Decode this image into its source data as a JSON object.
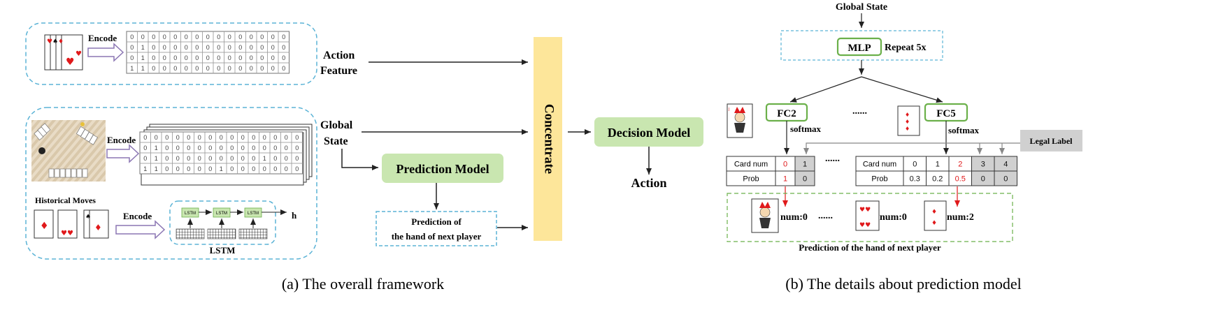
{
  "part_a": {
    "encode1": "Encode",
    "action_feature": [
      "Action",
      "Feature"
    ],
    "matrix1": [
      [
        "0",
        "0",
        "0",
        "0",
        "0",
        "0",
        "0",
        "0",
        "0",
        "0",
        "0",
        "0",
        "0",
        "0",
        "0"
      ],
      [
        "0",
        "1",
        "0",
        "0",
        "0",
        "0",
        "0",
        "0",
        "0",
        "0",
        "0",
        "0",
        "0",
        "0",
        "0"
      ],
      [
        "0",
        "1",
        "0",
        "0",
        "0",
        "0",
        "0",
        "0",
        "0",
        "0",
        "0",
        "0",
        "0",
        "0",
        "0"
      ],
      [
        "1",
        "1",
        "0",
        "0",
        "0",
        "0",
        "0",
        "0",
        "0",
        "0",
        "0",
        "0",
        "0",
        "0",
        "0"
      ]
    ],
    "encode2": "Encode",
    "matrix2": [
      [
        "0",
        "0",
        "0",
        "0",
        "0",
        "0",
        "0",
        "0",
        "0",
        "0",
        "0",
        "0",
        "0",
        "0",
        "0"
      ],
      [
        "0",
        "1",
        "0",
        "0",
        "0",
        "0",
        "0",
        "0",
        "0",
        "0",
        "0",
        "0",
        "0",
        "0",
        "0"
      ],
      [
        "0",
        "1",
        "0",
        "0",
        "0",
        "0",
        "0",
        "0",
        "0",
        "0",
        "0",
        "1",
        "0",
        "0",
        "0"
      ],
      [
        "1",
        "1",
        "0",
        "0",
        "0",
        "0",
        "0",
        "1",
        "0",
        "0",
        "0",
        "0",
        "0",
        "0",
        "0"
      ]
    ],
    "global_state": [
      "Global",
      "State"
    ],
    "historical_moves": "Historical Moves",
    "encode3": "Encode",
    "lstm_cell": "LSTM",
    "lstm_label": "LSTM",
    "h_label": "h",
    "prediction_model": "Prediction Model",
    "prediction_of": [
      "Prediction of",
      "the hand of next player"
    ],
    "concentrate": "Concentrate",
    "decision_model": "Decision Model",
    "action": "Action",
    "caption": "(a) The overall framework"
  },
  "part_b": {
    "global_state": "Global State",
    "mlp": "MLP",
    "repeat": "Repeat  5x",
    "fc2": "FC2",
    "fc5": "FC5",
    "softmax1": "softmax",
    "softmax2": "softmax",
    "dots_mid": "......",
    "dots_table": "......",
    "legal_label": "Legal Label",
    "table1": {
      "row1_label": "Card num",
      "row2_label": "Prob",
      "cards": [
        "0",
        "1"
      ],
      "probs": [
        "1",
        "0"
      ]
    },
    "table2": {
      "row1_label": "Card num",
      "row2_label": "Prob",
      "cards": [
        "0",
        "1",
        "2",
        "3",
        "4"
      ],
      "probs": [
        "0.3",
        "0.2",
        "0.5",
        "0",
        "0"
      ]
    },
    "num0a": "num:0",
    "dots_pred": "......",
    "num0b": "num:0",
    "num2": "num:2",
    "prediction_label": "Prediction of  the hand of next player",
    "caption": "(b) The details about prediction model"
  },
  "colors": {
    "dashed_blue": "#5bb3d6",
    "green_fill": "#c9e6b0",
    "green_stroke": "#6bb04a",
    "yellow": "#fde69a",
    "red": "#e0191b",
    "gray": "#d0d0d0",
    "purple": "#8b76b3"
  }
}
